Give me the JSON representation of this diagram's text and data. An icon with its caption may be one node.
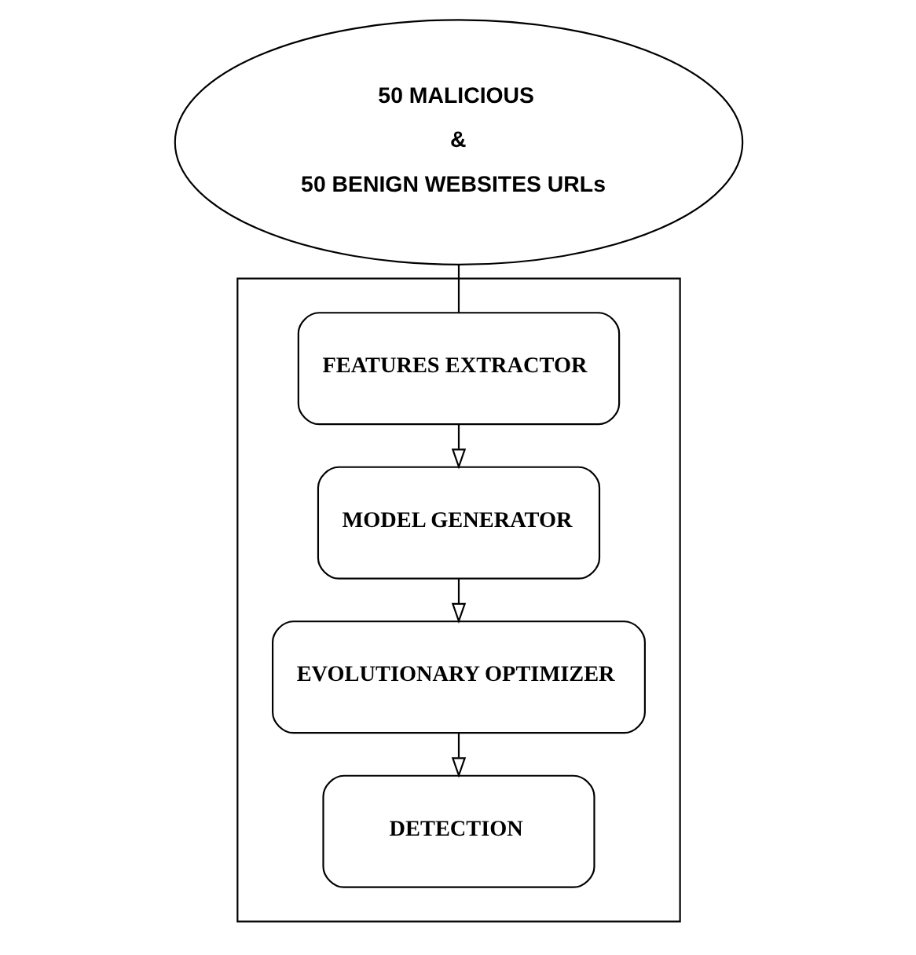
{
  "diagram": {
    "nodes": [
      {
        "text": [],
        "shape": "box"
      },
      {
        "text": [
          "FEATURES EXTRACTOR"
        ],
        "in": 0
      },
      {
        "text": [
          "MODEL GENERATOR"
        ],
        "in": 0
      },
      {
        "text": [
          "EVOLUTIONARY OPTIMIZER"
        ],
        "in": 0
      },
      {
        "text": [
          "DETECTION"
        ],
        "in": 0
      },
      {
        "text": [
          "50 MALICIOUS",
          "&",
          "50 BENIGN WEBSITES URLs"
        ]
      }
    ],
    "edges": [
      {
        "from": 5,
        "to": 1,
        "arrow": "none"
      },
      {
        "from": 1,
        "to": 2,
        "arrow": "to"
      },
      {
        "from": 2,
        "to": 3,
        "arrow": "to"
      },
      {
        "from": 3,
        "to": 4,
        "arrow": "to"
      }
    ]
  }
}
